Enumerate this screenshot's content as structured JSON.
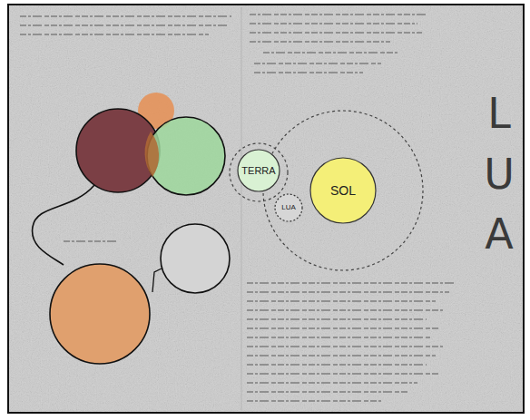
{
  "diagram": {
    "title": "LUA",
    "nodes": [
      {
        "text": [
          "TERRA"
        ]
      },
      {
        "text": [
          "SOL"
        ]
      },
      {
        "text": [
          "LUA"
        ]
      }
    ]
  }
}
